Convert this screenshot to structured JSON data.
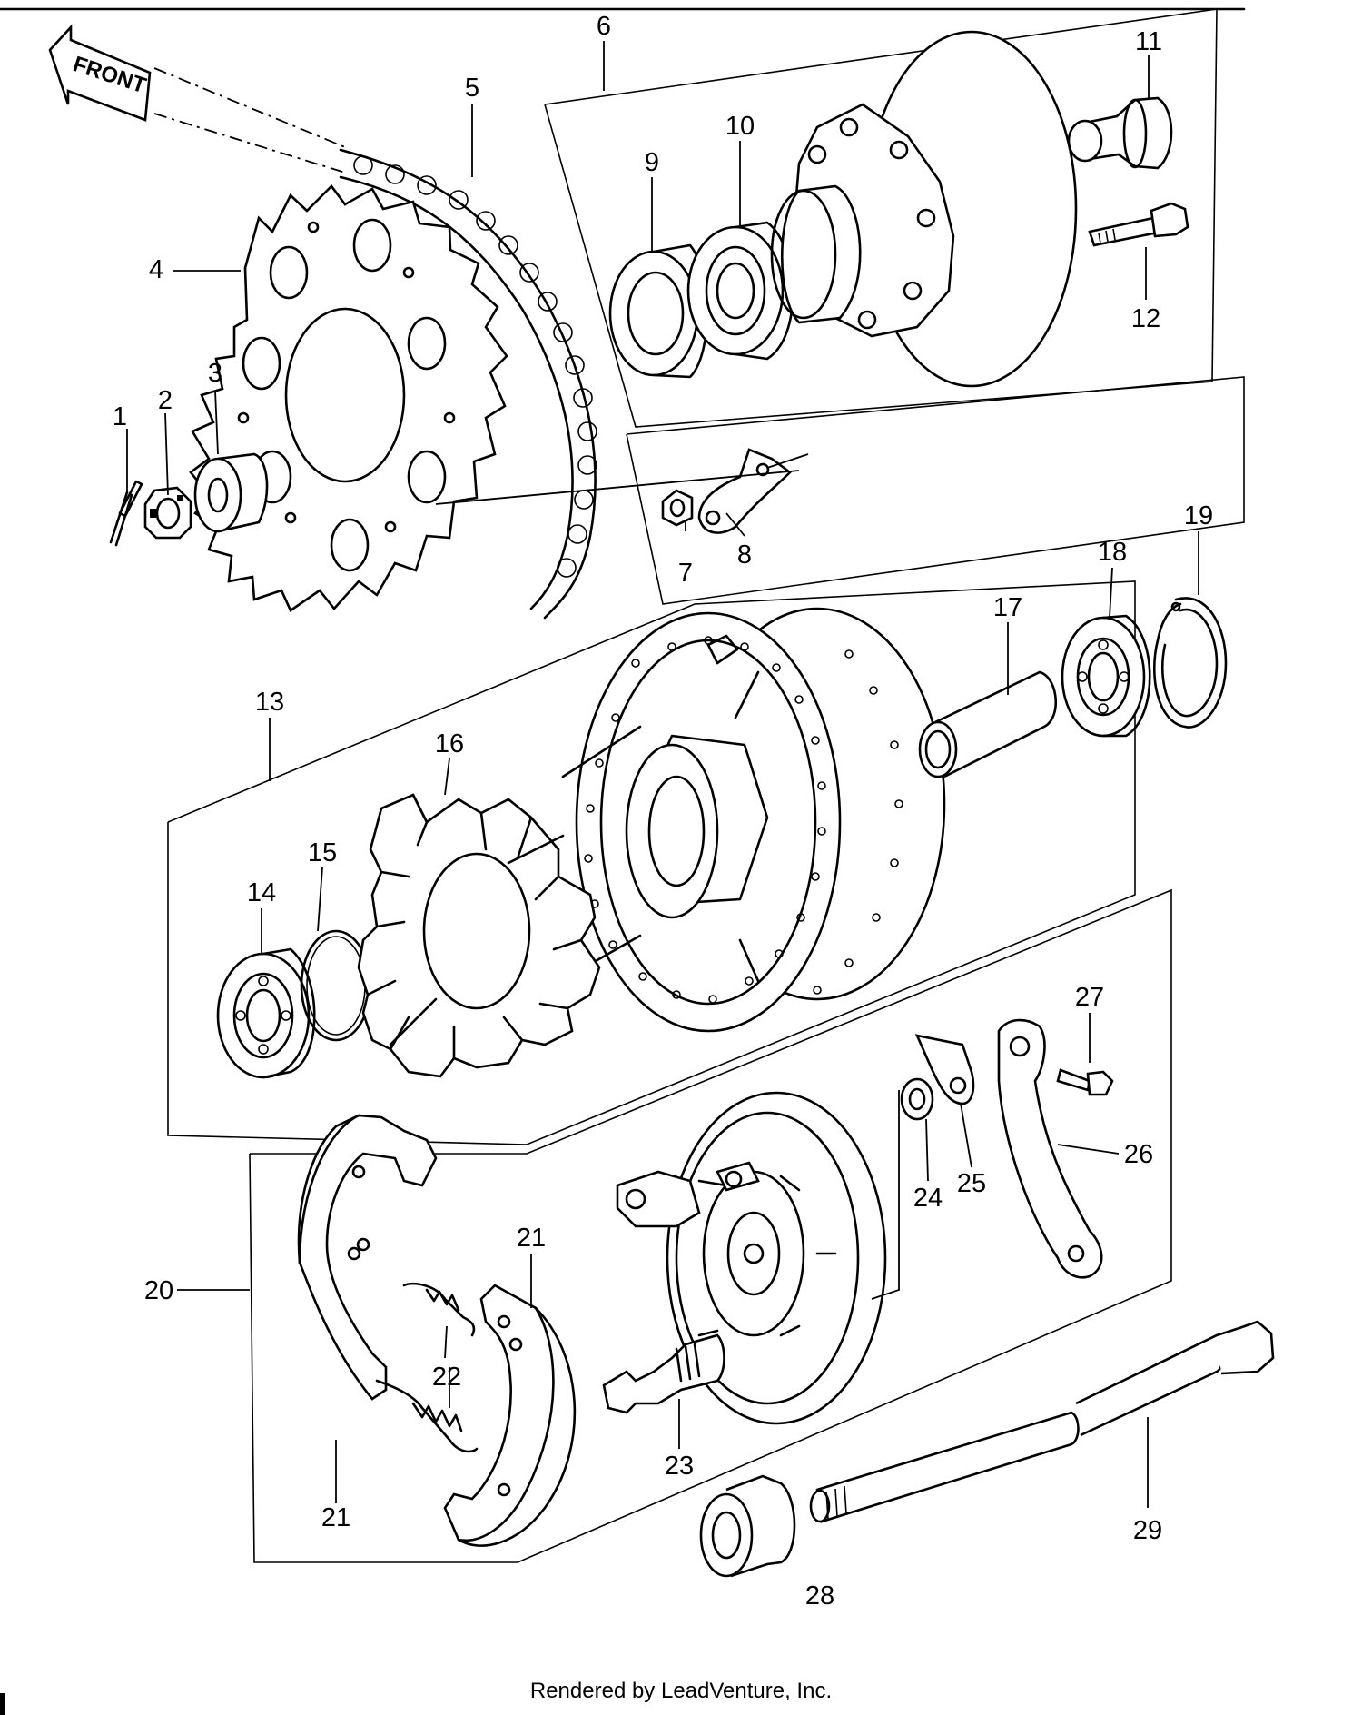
{
  "diagram": {
    "direction_label": "FRONT",
    "callouts": [
      "1",
      "2",
      "3",
      "4",
      "5",
      "6",
      "7",
      "8",
      "9",
      "10",
      "11",
      "12",
      "13",
      "14",
      "15",
      "16",
      "17",
      "18",
      "19",
      "20",
      "21",
      "22",
      "23",
      "24",
      "25",
      "26",
      "27",
      "28",
      "29"
    ],
    "callout_21_second": "21",
    "footer": "Rendered by LeadVenture, Inc."
  }
}
